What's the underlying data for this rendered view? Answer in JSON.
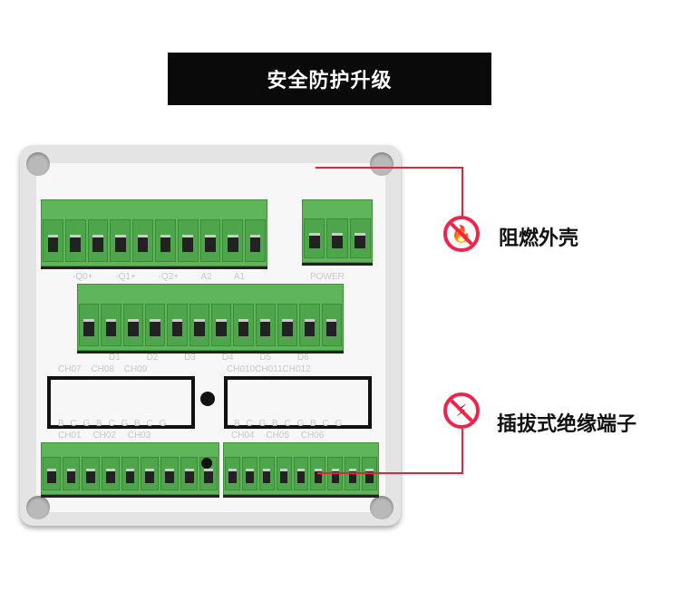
{
  "title": "安全防护升级",
  "features": [
    {
      "label": "阻燃外壳",
      "icon": "no-fire-icon"
    },
    {
      "label": "插拔式绝缘端子",
      "icon": "no-lightning-icon"
    }
  ],
  "board": {
    "top_labels": [
      "-Q0+",
      "-Q1+",
      "-Q2+",
      "A2",
      "A1"
    ],
    "power_label": "POWER",
    "d_labels": [
      "D1",
      "D2",
      "D3",
      "D4",
      "D5",
      "D6"
    ],
    "ch_upper_left": [
      "CH07",
      "CH08",
      "CH09"
    ],
    "ch_upper_right": [
      "CH010",
      "CH011",
      "CH012"
    ],
    "bcg": "B C G B C G B C G",
    "ch_lower_left": [
      "CH01",
      "CH02",
      "CH03"
    ],
    "ch_lower_right": [
      "CH04",
      "CH05",
      "CH06"
    ]
  },
  "colors": {
    "terminal_green": "#5fb65a",
    "callout_red": "#e8203a"
  }
}
